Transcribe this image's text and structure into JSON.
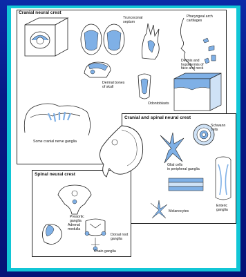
{
  "panels": {
    "cranial": {
      "title": "Cranial neural crest",
      "labels": {
        "truncoconal": "Truncoconal\nseptum",
        "pharyngeal": "Pharyngeal arch\ncartilages",
        "dermal_bones": "Dermal bones\nof skull",
        "dermis": "Dermis and\nhypodermis of\nface and neck",
        "odontoblasts": "Odontoblasts",
        "ganglia": "Some cranial nerve ganglia"
      }
    },
    "cranial_spinal": {
      "title": "Cranial and spinal neural crest",
      "labels": {
        "schwann": "Schwann\ncells",
        "glial": "Glial cells\nin peripheral ganglia",
        "melanocytes": "Melanocytes",
        "enteric": "Enteric\nganglia"
      }
    },
    "spinal": {
      "title": "Spinal neural crest",
      "labels": {
        "preaortic": "Preaortic\nganglia",
        "adrenal": "Adrenal\nmedulla",
        "dorsal_root": "Dorsal root\nganglia",
        "chain": "Chain ganglia"
      }
    }
  },
  "colors": {
    "frame_blue": "#0b2aa8",
    "border_cyan": "#11c6d6",
    "tissue_blue": "#7fb0e6"
  }
}
